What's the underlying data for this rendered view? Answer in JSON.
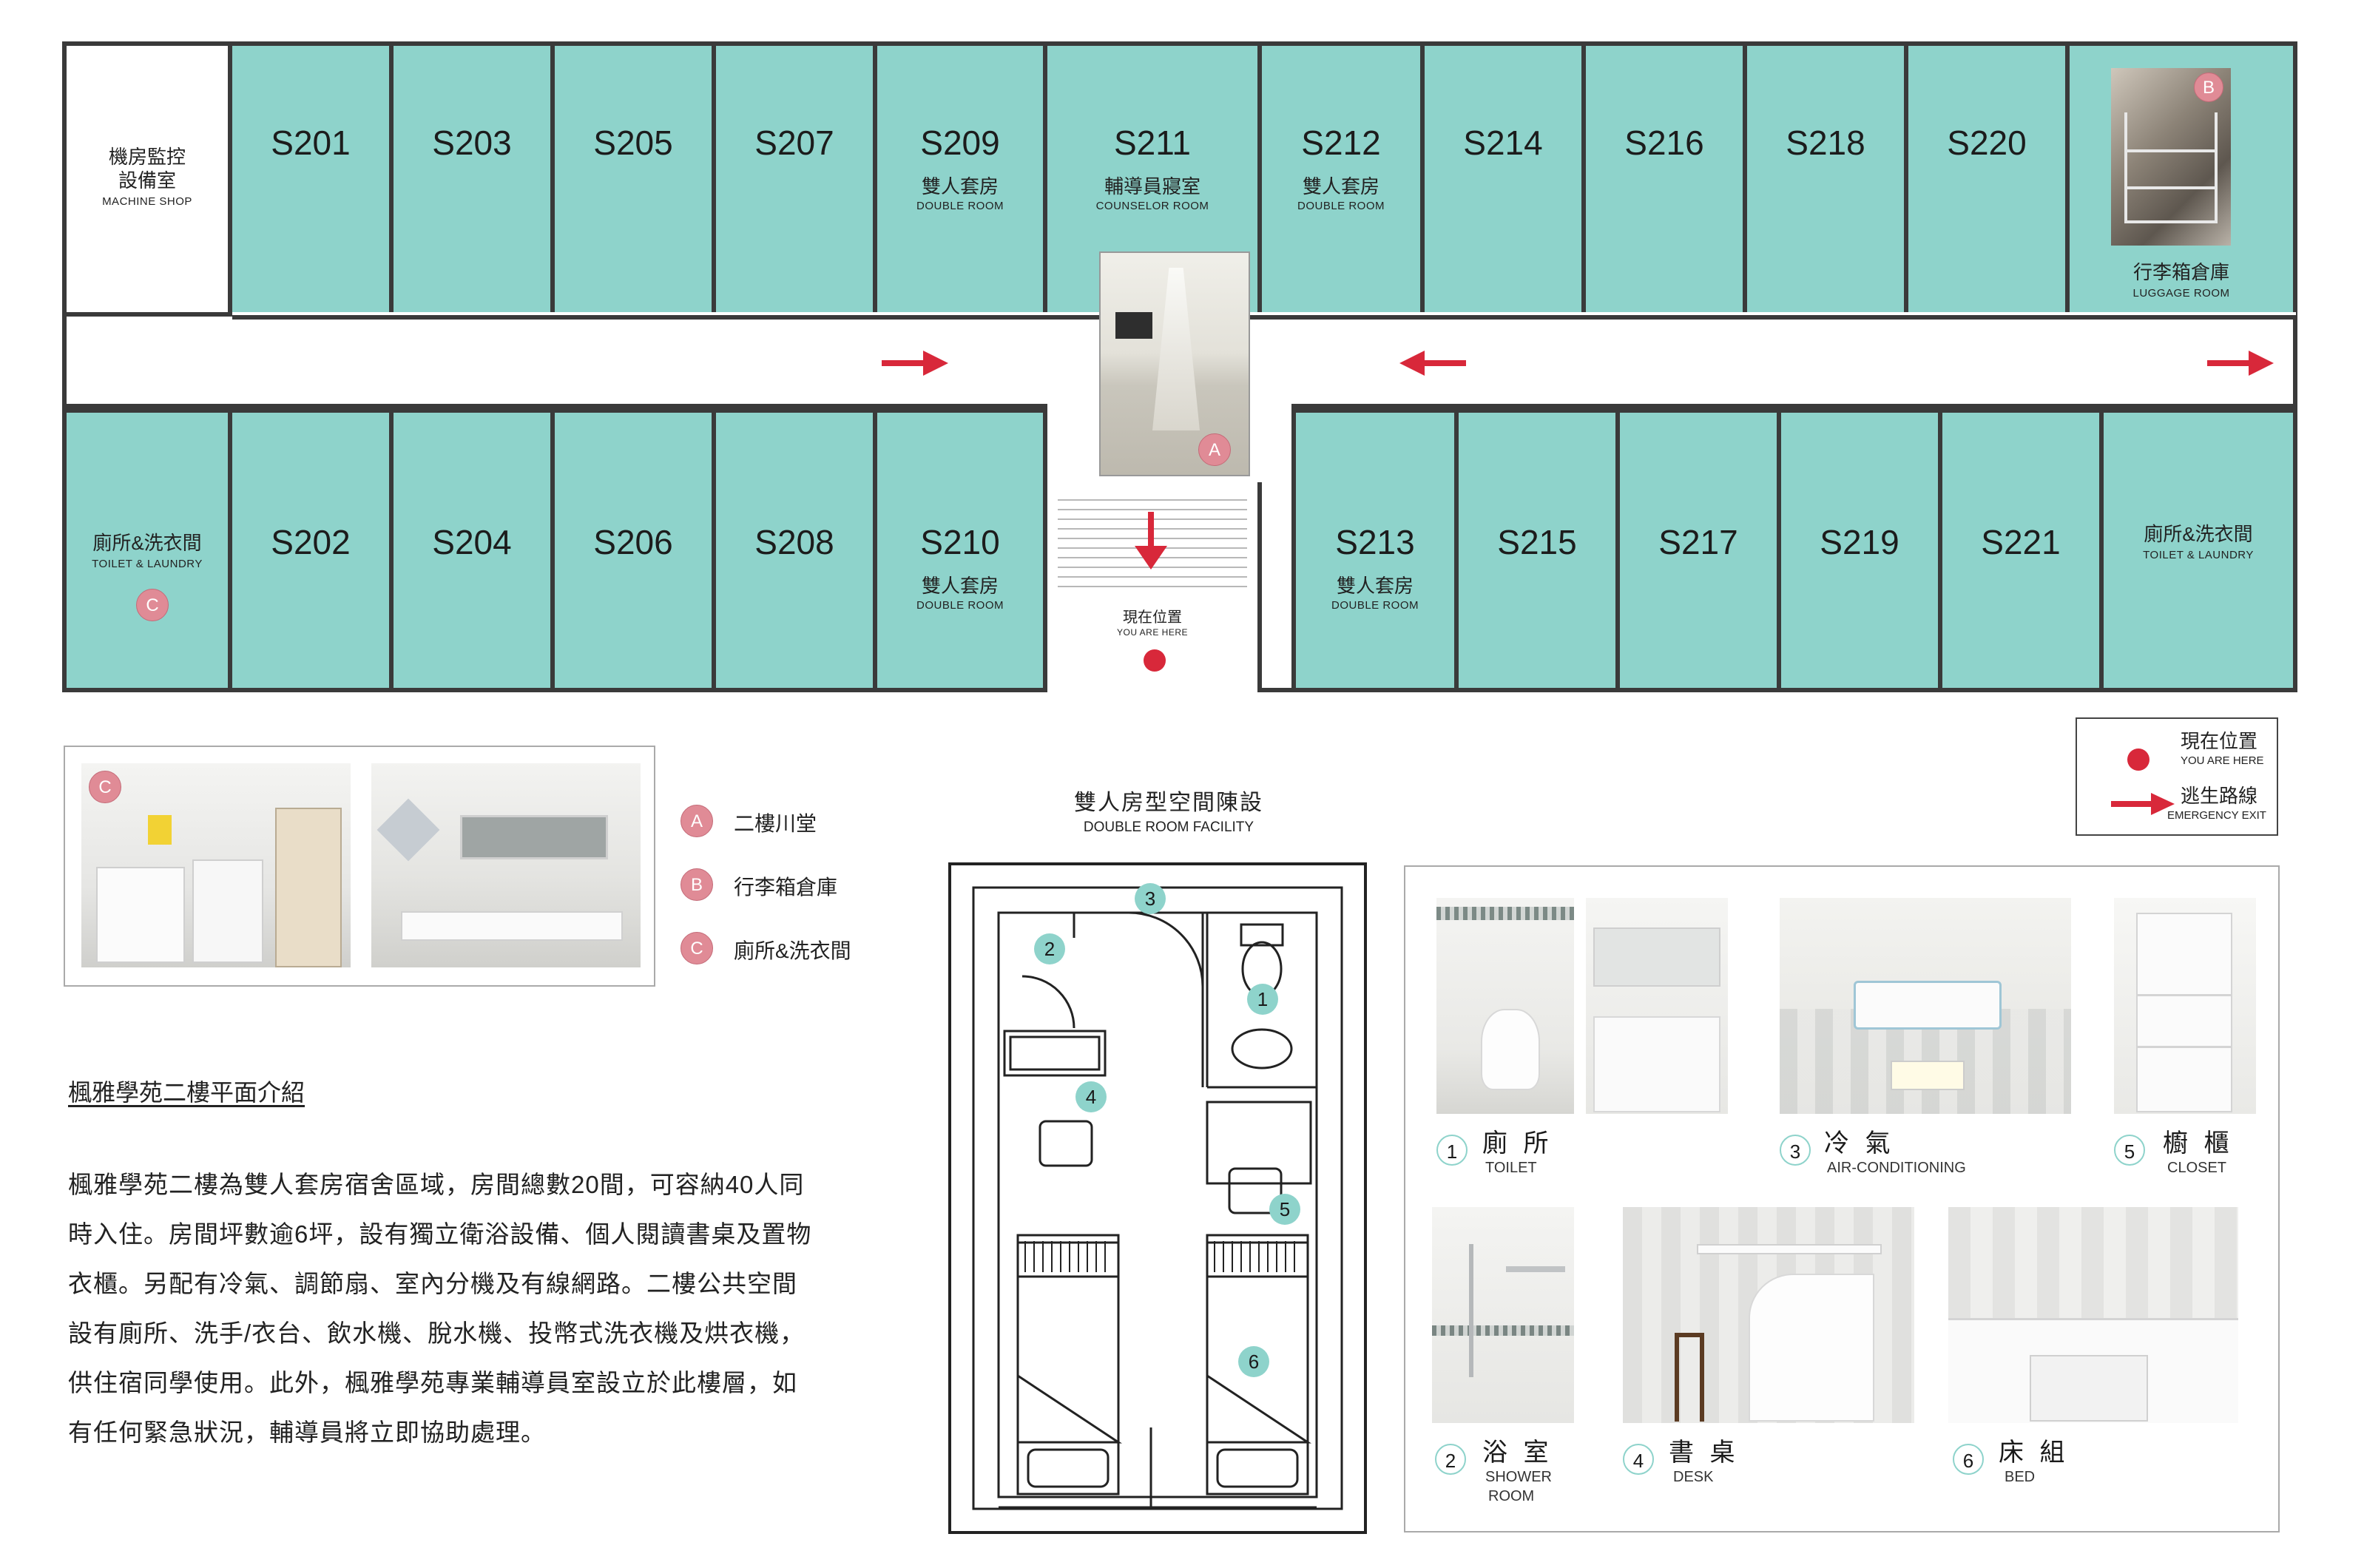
{
  "floorplan": {
    "top_rooms": [
      {
        "id": "S201"
      },
      {
        "id": "S203"
      },
      {
        "id": "S205"
      },
      {
        "id": "S207"
      },
      {
        "id": "S209",
        "zh": "雙人套房",
        "en": "DOUBLE ROOM"
      },
      {
        "id": "S211",
        "zh": "輔導員寢室",
        "en": "COUNSELOR ROOM"
      },
      {
        "id": "S212",
        "zh": "雙人套房",
        "en": "DOUBLE ROOM"
      },
      {
        "id": "S214"
      },
      {
        "id": "S216"
      },
      {
        "id": "S218"
      },
      {
        "id": "S220"
      }
    ],
    "bottom_rooms": [
      {
        "id": "S202"
      },
      {
        "id": "S204"
      },
      {
        "id": "S206"
      },
      {
        "id": "S208"
      },
      {
        "id": "S210",
        "zh": "雙人套房",
        "en": "DOUBLE ROOM"
      },
      {
        "id": "S213",
        "zh": "雙人套房",
        "en": "DOUBLE ROOM"
      },
      {
        "id": "S215"
      },
      {
        "id": "S217"
      },
      {
        "id": "S219"
      },
      {
        "id": "S221"
      }
    ],
    "machine_shop": {
      "zh1": "機房監控",
      "zh2": "設備室",
      "en": "MACHINE SHOP"
    },
    "luggage": {
      "zh": "行李箱倉庫",
      "en": "LUGGAGE ROOM",
      "marker": "B"
    },
    "toilet_left": {
      "zh": "廁所&洗衣間",
      "en": "TOILET & LAUNDRY",
      "marker": "C"
    },
    "toilet_right": {
      "zh": "廁所&洗衣間",
      "en": "TOILET & LAUNDRY"
    },
    "hall_marker": "A",
    "you_are_here": {
      "zh": "現在位置",
      "en": "YOU ARE HERE"
    }
  },
  "legend_key": {
    "here_zh": "現在位置",
    "here_en": "YOU ARE HERE",
    "exit_zh": "逃生路線",
    "exit_en": "EMERGENCY EXIT"
  },
  "photo_legend": [
    {
      "marker": "A",
      "label": "二樓川堂"
    },
    {
      "marker": "B",
      "label": "行李箱倉庫"
    },
    {
      "marker": "C",
      "label": "廁所&洗衣間"
    }
  ],
  "laundry_photo_marker": "C",
  "intro": {
    "title": "楓雅學苑二樓平面介紹",
    "lines": [
      "楓雅學苑二樓為雙人套房宿舍區域，房間總數20間，可容納40人同",
      "時入住。房間坪數逾6坪，設有獨立衛浴設備、個人閱讀書桌及置物",
      "衣櫃。另配有冷氣、調節扇、室內分機及有線網路。二樓公共空間",
      "設有廁所、洗手/衣台、飲水機、脫水機、投幣式洗衣機及烘衣機，",
      "供住宿同學使用。此外，楓雅學苑專業輔導員室設立於此樓層，如",
      "有任何緊急狀況，輔導員將立即協助處理。"
    ]
  },
  "double_room": {
    "title_zh": "雙人房型空間陳設",
    "title_en": "DOUBLE ROOM FACILITY",
    "plan_numbers": [
      "1",
      "2",
      "3",
      "4",
      "5",
      "6"
    ]
  },
  "facilities": [
    {
      "num": "1",
      "zh": "廁 所",
      "en": "TOILET"
    },
    {
      "num": "3",
      "zh": "冷 氣",
      "en": "AIR-CONDITIONING"
    },
    {
      "num": "5",
      "zh": "櫥 櫃",
      "en": "CLOSET"
    },
    {
      "num": "2",
      "zh": "浴 室",
      "en": "SHOWER",
      "en2": "ROOM"
    },
    {
      "num": "4",
      "zh": "書 桌",
      "en": "DESK"
    },
    {
      "num": "6",
      "zh": "床 組",
      "en": "BED"
    }
  ],
  "colors": {
    "room": "#8ed3cb",
    "accent": "#d8283a",
    "marker": "#e08b96",
    "wall": "#3a3a3a"
  }
}
